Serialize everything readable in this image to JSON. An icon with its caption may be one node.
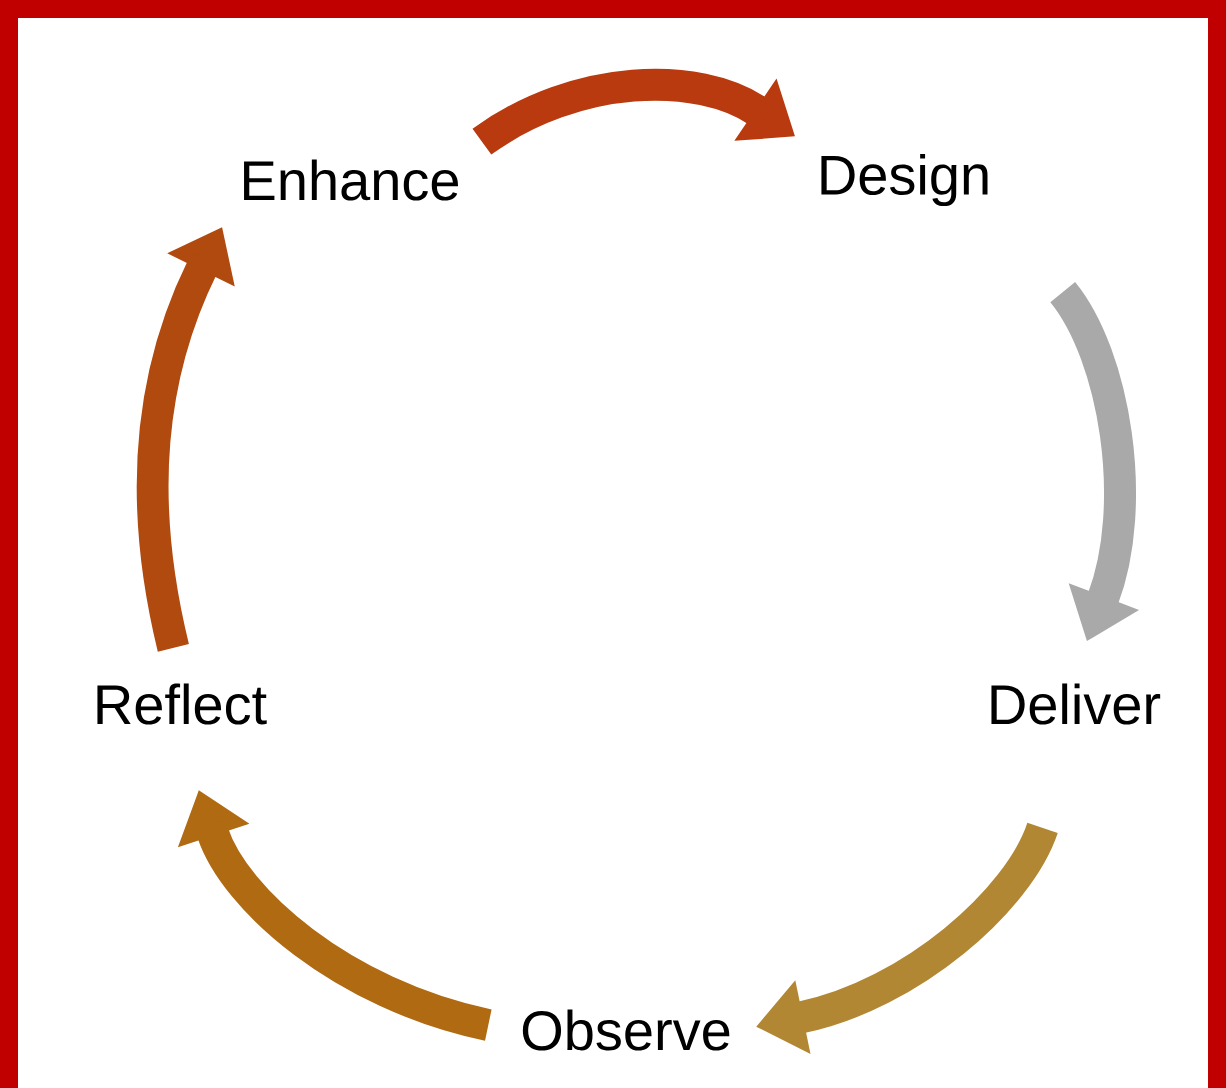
{
  "diagram": {
    "nodes": [
      {
        "text": [
          "Enhance"
        ]
      },
      {
        "text": [
          "Design"
        ]
      },
      {
        "text": [
          "Deliver"
        ]
      },
      {
        "text": [
          "Observe"
        ]
      },
      {
        "text": [
          "Reflect"
        ]
      }
    ],
    "edges": [
      {
        "from": 0,
        "to": 1,
        "arrow": "to",
        "color": "#b83a0e"
      },
      {
        "from": 1,
        "to": 2,
        "arrow": "to",
        "color": "#a9a9a9"
      },
      {
        "from": 2,
        "to": 3,
        "arrow": "to",
        "color": "#b28734"
      },
      {
        "from": 3,
        "to": 4,
        "arrow": "to",
        "color": "#b06a12"
      },
      {
        "from": 4,
        "to": 0,
        "arrow": "to",
        "color": "#b04a0e"
      }
    ]
  }
}
